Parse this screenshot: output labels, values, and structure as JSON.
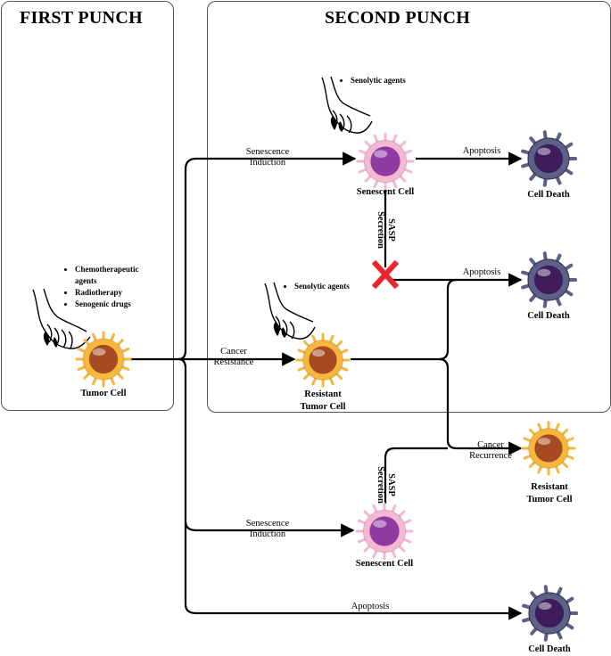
{
  "panels": {
    "first_punch": "FIRST PUNCH",
    "second_punch": "SECOND PUNCH"
  },
  "treatments": {
    "first": [
      "Chemotherapeutic agents",
      "Radiotherapy",
      "Senogenic drugs"
    ],
    "senolytic_upper": "Senolytic agents",
    "senolytic_lower": "Senolytic agents"
  },
  "cells": {
    "tumor": "Tumor Cell",
    "senescent_top": "Senescent Cell",
    "death_top": "Cell Death",
    "death_mid": "Cell Death",
    "resistant_mid": "Resistant\nTumor Cell",
    "resistant_right": "Resistant\nTumor Cell",
    "senescent_bottom": "Senescent Cell",
    "death_bottom": "Cell Death"
  },
  "edges": {
    "senescence_induction_top": "Senescence\nInduction",
    "apoptosis_top": "Apoptosis",
    "sasp_top": "SASP\nSecretion",
    "apoptosis_mid": "Apoptosis",
    "cancer_resistance": "Cancer\nResistance",
    "cancer_recurrence": "Cancer\nRecurrence",
    "sasp_bottom": "SASP\nSecretion",
    "senescence_induction_bottom": "Senescence\nInduction",
    "apoptosis_bottom": "Apoptosis"
  },
  "colors": {
    "tumor_outer": "#f6b73c",
    "tumor_core": "#a64a22",
    "senescent_outer": "#f4b8d2",
    "senescent_core": "#8e3aa0",
    "dead_outer": "#5c5f86",
    "dead_core": "#3f1d5c",
    "block_x": "#e8262c"
  }
}
